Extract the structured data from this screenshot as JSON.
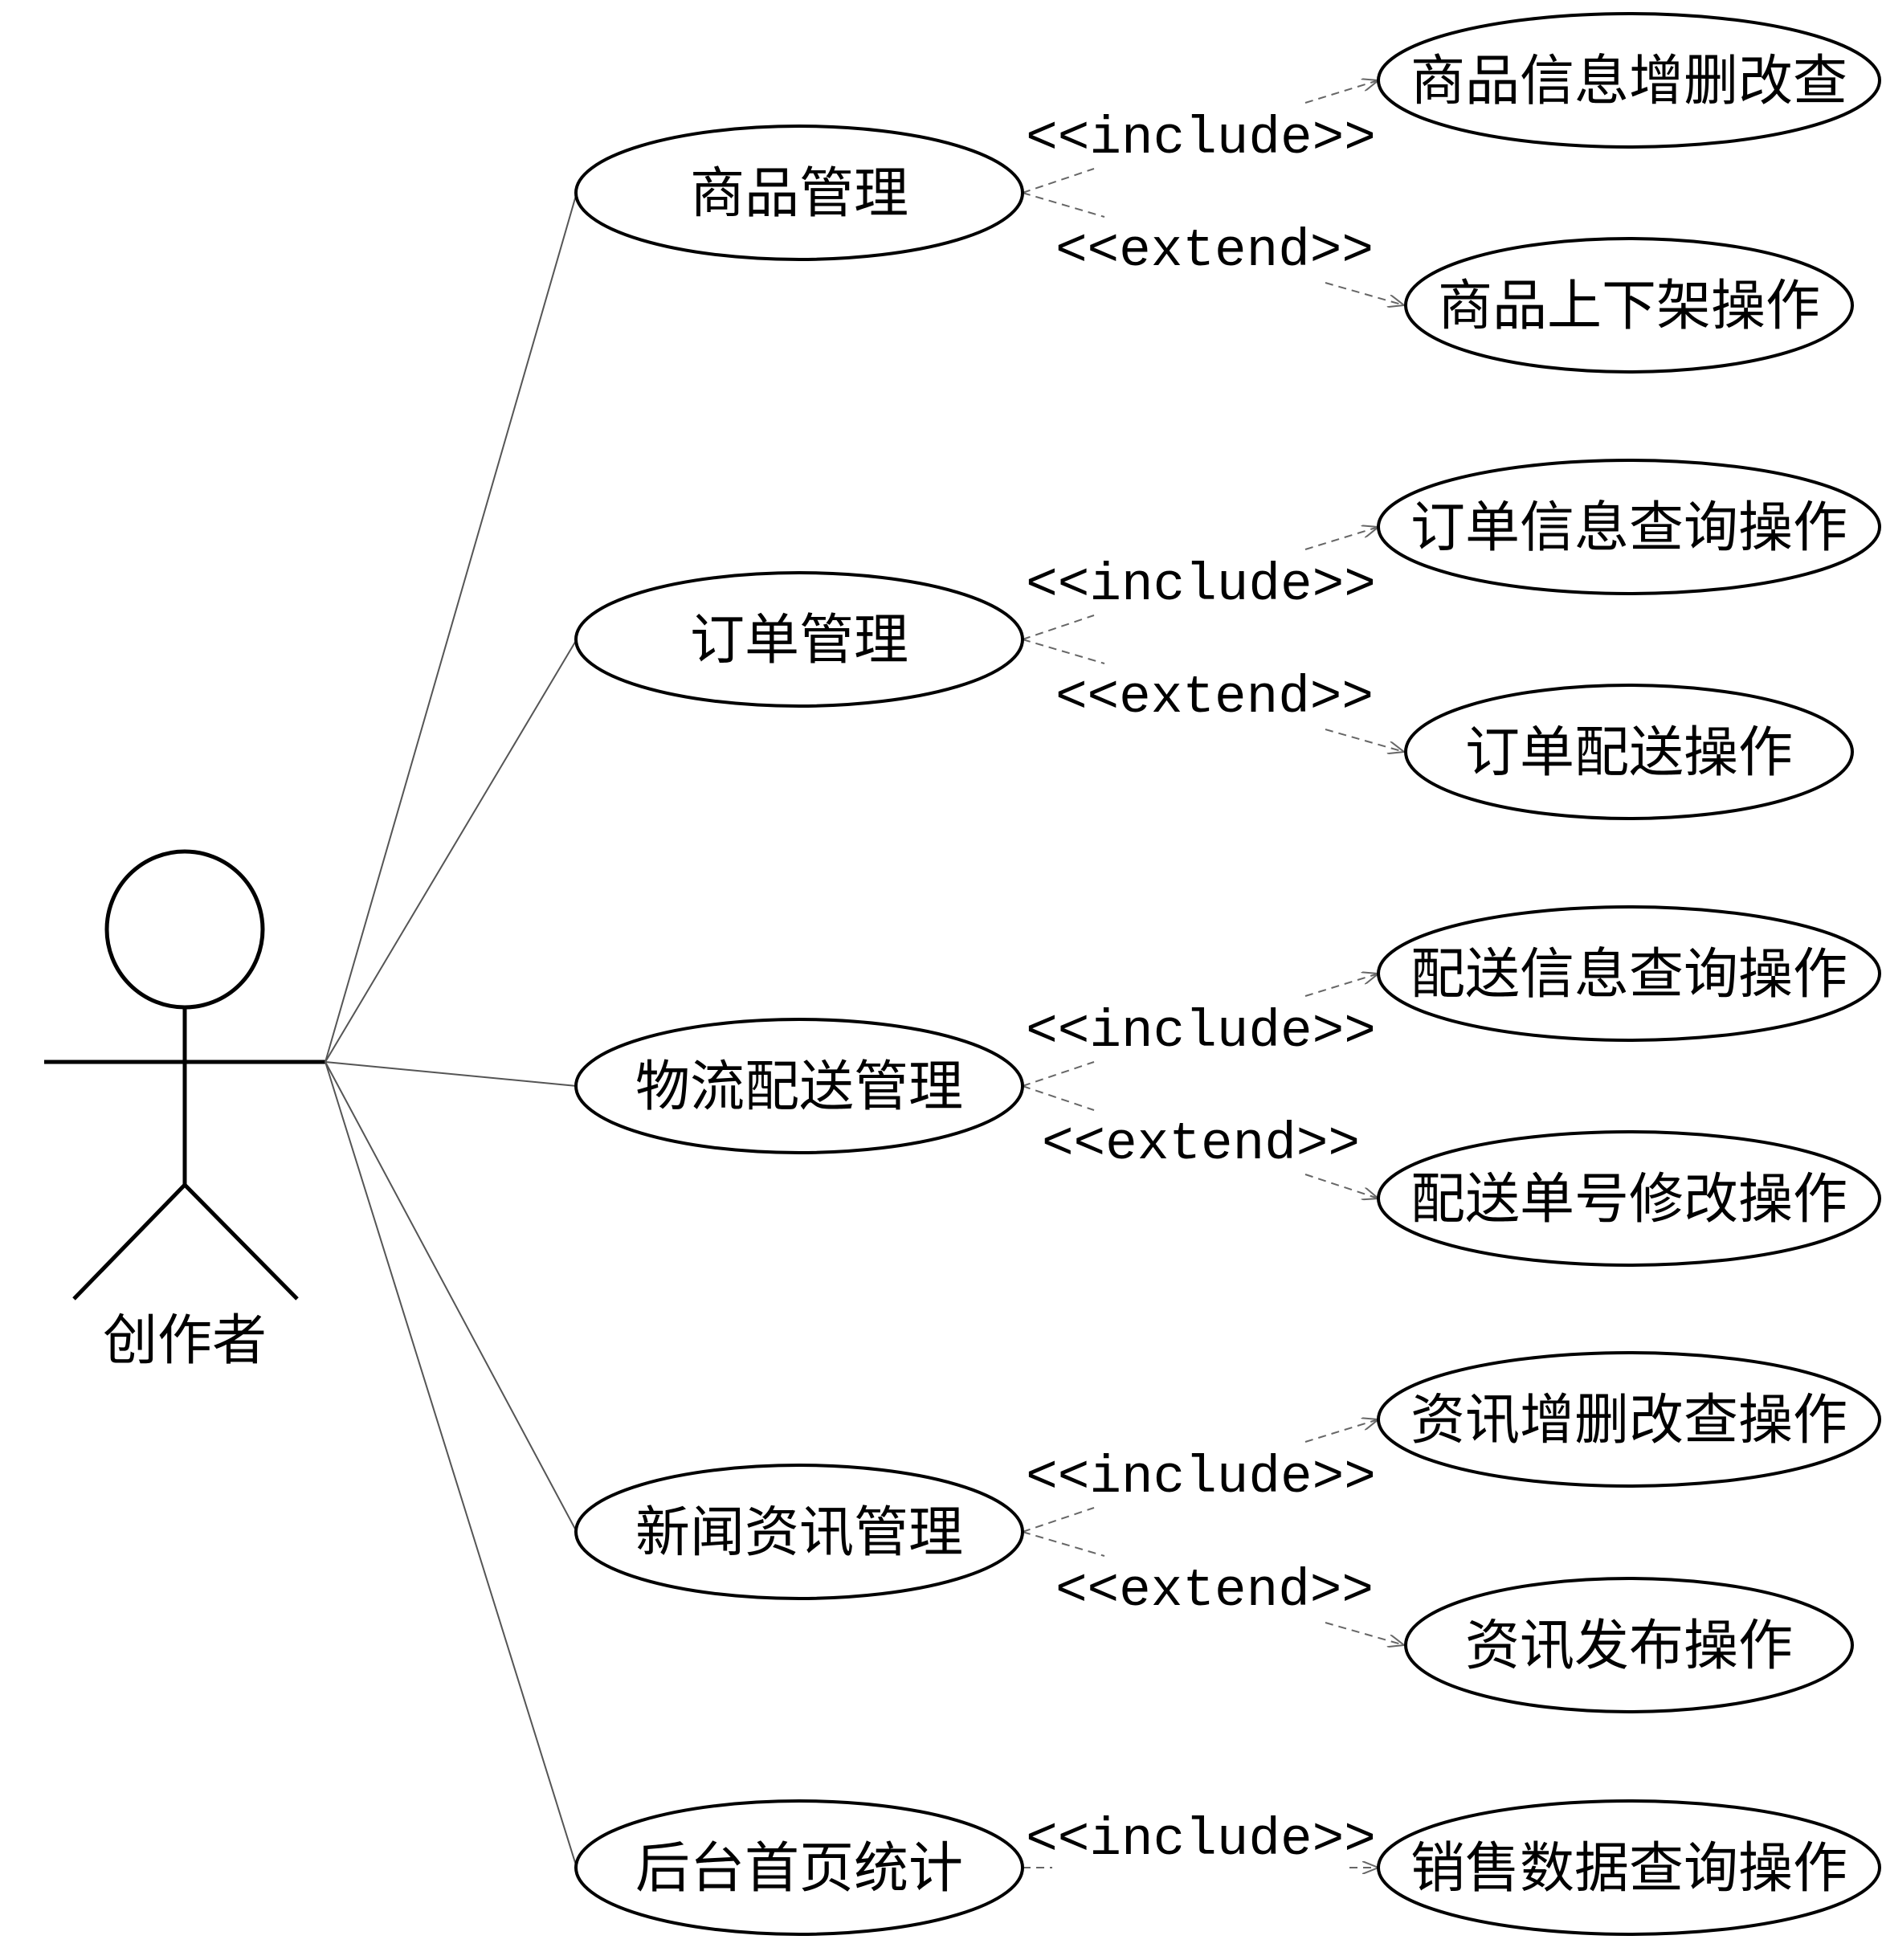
{
  "actor": {
    "label": "创作者"
  },
  "groups": [
    {
      "main": "商品管理",
      "relations": [
        {
          "stereotype": "<<include>>",
          "target": "商品信息增删改查"
        },
        {
          "stereotype": "<<extend>>",
          "target": "商品上下架操作"
        }
      ]
    },
    {
      "main": "订单管理",
      "relations": [
        {
          "stereotype": "<<include>>",
          "target": "订单信息查询操作"
        },
        {
          "stereotype": "<<extend>>",
          "target": "订单配送操作"
        }
      ]
    },
    {
      "main": "物流配送管理",
      "relations": [
        {
          "stereotype": "<<include>>",
          "target": "配送信息查询操作"
        },
        {
          "stereotype": "<<extend>>",
          "target": "配送单号修改操作"
        }
      ]
    },
    {
      "main": "新闻资讯管理",
      "relations": [
        {
          "stereotype": "<<include>>",
          "target": "资讯增删改查操作"
        },
        {
          "stereotype": "<<extend>>",
          "target": "资讯发布操作"
        }
      ]
    },
    {
      "main": "后台首页统计",
      "relations": [
        {
          "stereotype": "<<include>>",
          "target": "销售数据查询操作"
        }
      ]
    }
  ]
}
